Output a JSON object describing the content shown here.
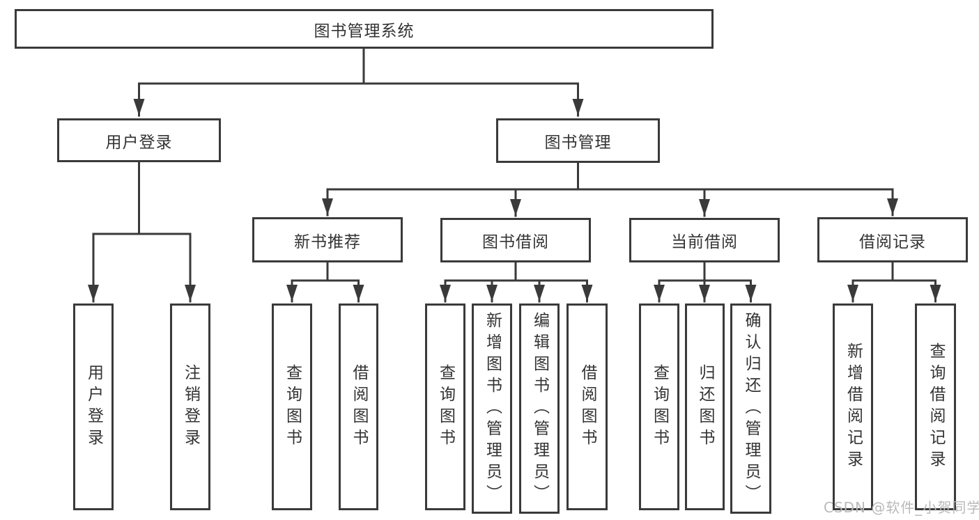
{
  "colors": {
    "line": "#3a3a3a",
    "text": "#333333",
    "watermark": "#b9b9b9",
    "bg": "#ffffff"
  },
  "root": {
    "label": "图书管理系统"
  },
  "level2": [
    {
      "label": "用户登录"
    },
    {
      "label": "图书管理"
    }
  ],
  "level3": [
    {
      "label": "新书推荐"
    },
    {
      "label": "图书借阅"
    },
    {
      "label": "当前借阅"
    },
    {
      "label": "借阅记录"
    }
  ],
  "leaves": {
    "user_login": [
      {
        "label": "用户登录"
      },
      {
        "label": "注销登录"
      }
    ],
    "new_book": [
      {
        "label": "查询图书"
      },
      {
        "label": "借阅图书"
      }
    ],
    "book_borrow": [
      {
        "label": "查询图书"
      },
      {
        "label": "新增图书（管理员）"
      },
      {
        "label": "编辑图书（管理员）"
      },
      {
        "label": "借阅图书"
      }
    ],
    "current_borrow": [
      {
        "label": "查询图书"
      },
      {
        "label": "归还图书"
      },
      {
        "label": "确认归还（管理员）"
      }
    ],
    "borrow_record": [
      {
        "label": "新增借阅记录"
      },
      {
        "label": "查询借阅记录"
      }
    ]
  },
  "watermark": "CSDN @软件_小贺同学"
}
